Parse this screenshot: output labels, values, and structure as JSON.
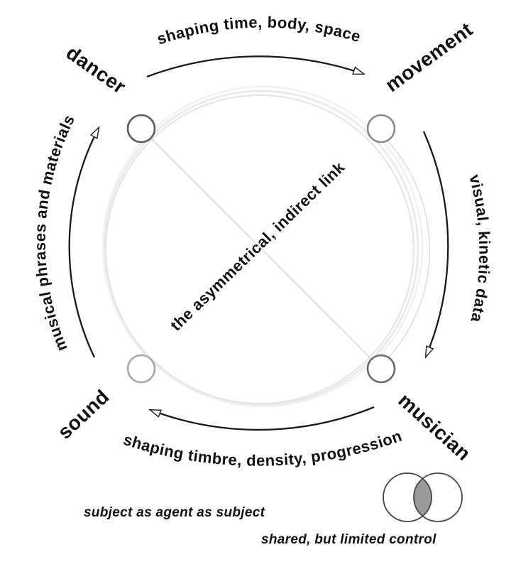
{
  "diagram": {
    "title_hidden": "",
    "nodes": [
      {
        "id": "dancer",
        "label": "dancer",
        "stroke": "#5a5a5a"
      },
      {
        "id": "movement",
        "label": "movement",
        "stroke": "#8a8a8a"
      },
      {
        "id": "musician",
        "label": "musician",
        "stroke": "#6a6a6a"
      },
      {
        "id": "sound",
        "label": "sound",
        "stroke": "#a8a8a8"
      }
    ],
    "edges": {
      "top": "shaping time, body, space",
      "right": "visual, kinetic data",
      "bottom": "shaping timbre, density, progression",
      "left": "musical phrases and materials"
    },
    "center_link_label": "the asymmetrical, indirect link",
    "captions": {
      "agent": "subject as agent as subject",
      "venn": "shared, but limited control"
    },
    "colors": {
      "arrow": "#1a1a1a",
      "text": "#111111",
      "sketch_circle": "#e7e7e7",
      "link_line": "#d9d9d9",
      "venn_overlap": "#9a9a9a",
      "venn_outline": "#444444"
    }
  }
}
